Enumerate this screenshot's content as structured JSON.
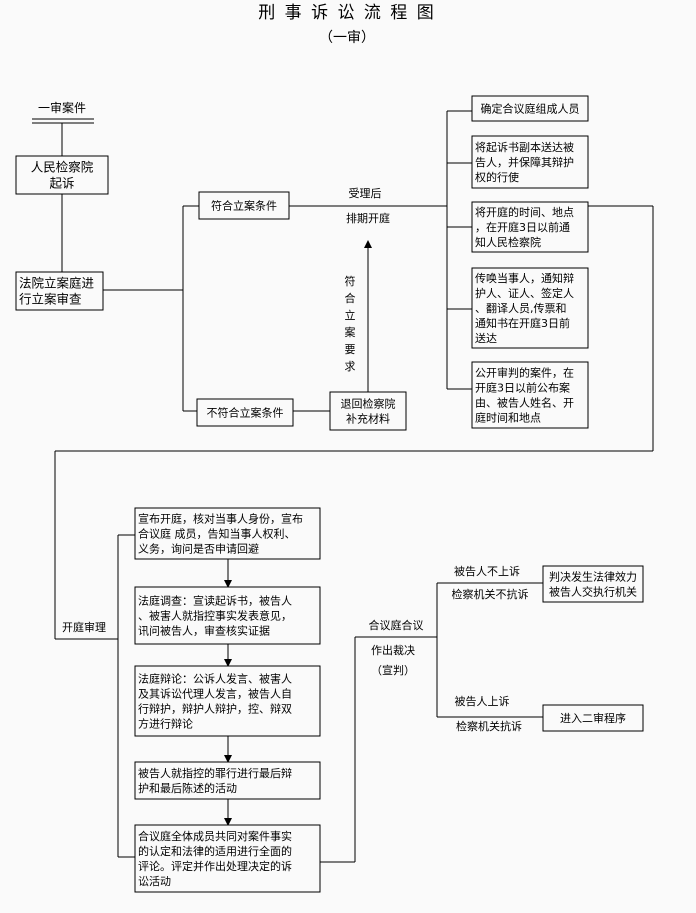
{
  "title": "刑 事 诉 讼 流 程 图",
  "subtitle": "（一审）",
  "start_label": "一审案件",
  "boxes": {
    "procuratorate": [
      "人民检察院",
      "起诉"
    ],
    "court_review": [
      "法院立案庭进",
      "行立案审查"
    ],
    "meets": [
      "符合立案条件"
    ],
    "not_meets": [
      "不符合立案条件"
    ],
    "return": [
      "退回检察院",
      "补充材料"
    ],
    "r1": [
      "确定合议庭组成人员"
    ],
    "r2": [
      "将起诉书副本送达被",
      "告人，并保障其辩护",
      "权的行使"
    ],
    "r3": [
      "将开庭的时间、地点",
      "，在开庭3日以前通",
      "知人民检察院"
    ],
    "r4": [
      "传唤当事人，通知辩",
      "护人、证人、签定人",
      "、翻译人员,传票和",
      "通知书在开庭3日前",
      "送达"
    ],
    "r5": [
      "公开审判的案件，在",
      "开庭3日以前公布案",
      "由、被告人姓名、开",
      "庭时间和地点"
    ],
    "s1": [
      "宣布开庭，核对当事人身份，宣布",
      "合议庭 成员，告知当事人权利、",
      "义务，询问是否申请回避"
    ],
    "s2": [
      "法庭调查：宣读起诉书，被告人",
      "、被害人就指控事实发表意见，",
      "讯问被告人，审查核实证据"
    ],
    "s3": [
      "法庭辩论：公诉人发言、被害人",
      "及其诉讼代理人发言，被告人自",
      "行辩护，辩护人辩护，控、辩双",
      "方进行辩论"
    ],
    "s4": [
      "被告人就指控的罪行进行最后辩",
      "护和最后陈述的活动"
    ],
    "s5": [
      "合议庭全体成员共同对案件事实",
      "的认定和法律的适用进行全面的",
      "评论。评定并作出处理决定的诉",
      "讼活动"
    ],
    "o1": [
      "判决发生法律效力",
      "被告人交执行机关"
    ],
    "o2": [
      "进入二审程序"
    ]
  },
  "labels": {
    "accepted": "受理后",
    "schedule": "排期开庭",
    "meets_req": [
      "符",
      "合",
      "立",
      "案",
      "要",
      "求"
    ],
    "trial": "开庭审理",
    "deliberation": "合议庭合议",
    "verdict": "作出裁决",
    "pronounce": "（宣判）",
    "no_appeal_def": "被告人不上诉",
    "no_protest": "检察机关不抗诉",
    "appeal_def": "被告人上诉",
    "protest": "检察机关抗诉"
  }
}
